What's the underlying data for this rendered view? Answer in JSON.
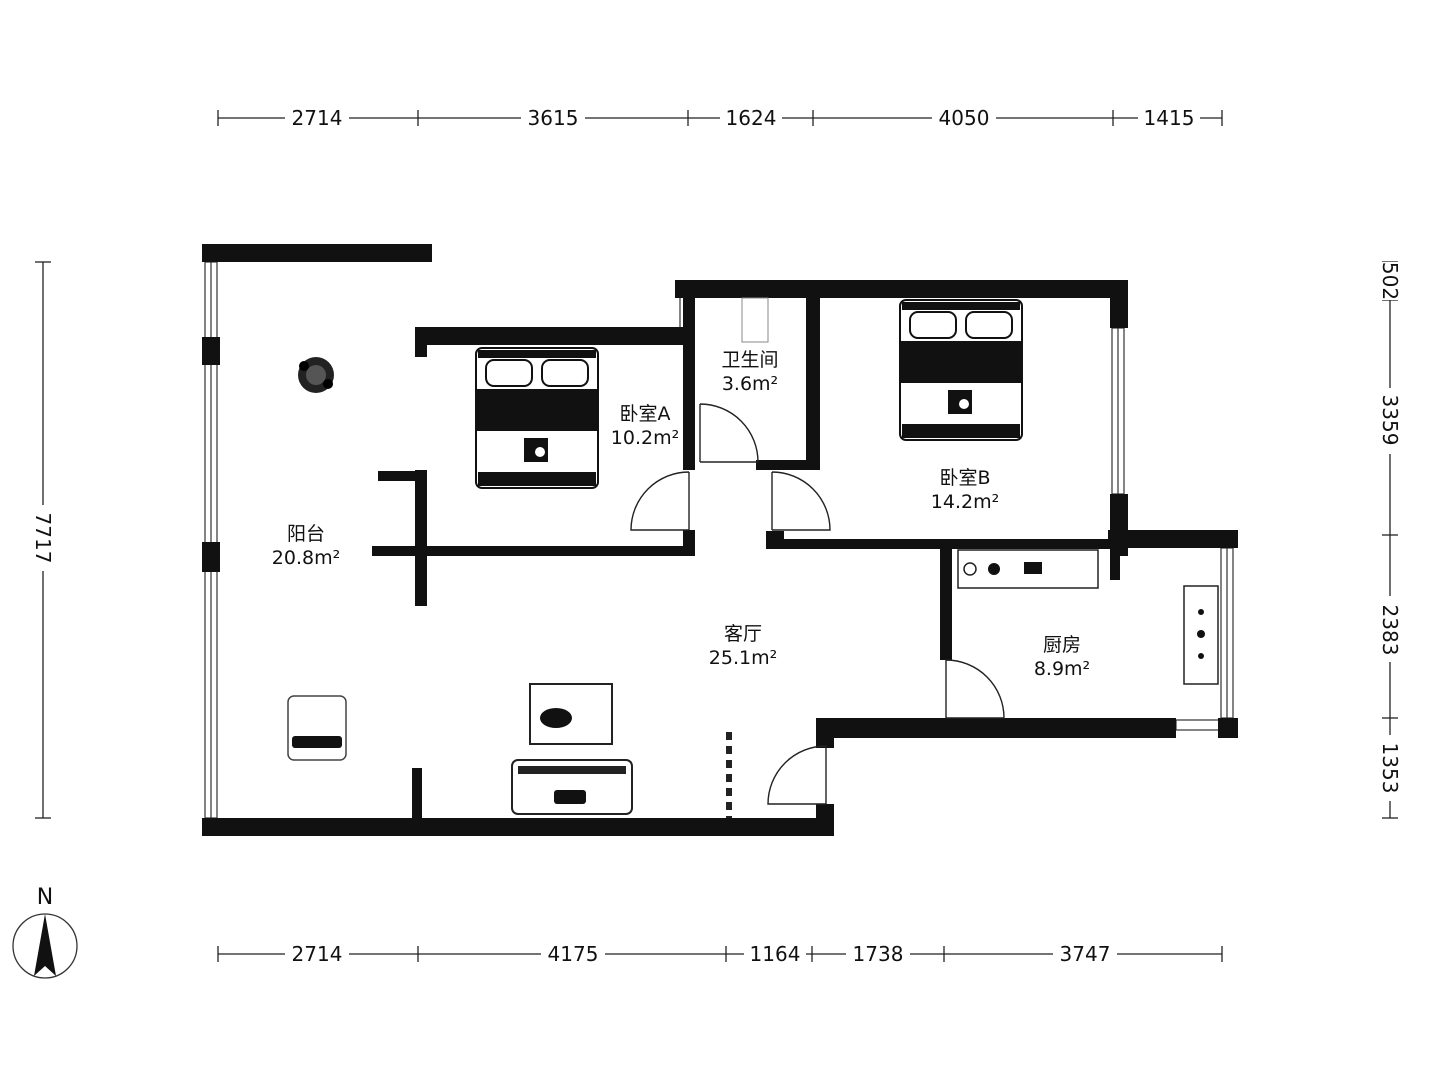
{
  "dimensions": {
    "top": [
      "2714",
      "3615",
      "1624",
      "4050",
      "1415"
    ],
    "bottom": [
      "2714",
      "4175",
      "1164",
      "1738",
      "3747"
    ],
    "left": [
      "7717"
    ],
    "right": [
      "502",
      "3359",
      "2383",
      "1353"
    ]
  },
  "rooms": {
    "balcony": {
      "name": "阳台",
      "area": "20.8m²"
    },
    "bedroom_a": {
      "name": "卧室A",
      "area": "10.2m²"
    },
    "bathroom": {
      "name": "卫生间",
      "area": "3.6m²"
    },
    "bedroom_b": {
      "name": "卧室B",
      "area": "14.2m²"
    },
    "living_room": {
      "name": "客厅",
      "area": "25.1m²"
    },
    "kitchen": {
      "name": "厨房",
      "area": "8.9m²"
    }
  },
  "compass": {
    "label": "N"
  }
}
